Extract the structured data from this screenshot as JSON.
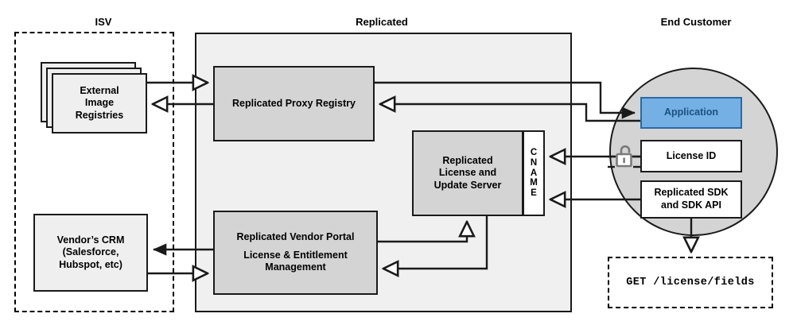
{
  "lanes": [
    {
      "id": "isv",
      "title": "ISV"
    },
    {
      "id": "replicated",
      "title": "Replicated"
    },
    {
      "id": "end_customer",
      "title": "End Customer"
    }
  ],
  "nodes": {
    "external_image_registries": {
      "label_1": "External",
      "label_2": "Image",
      "label_3": "Registries"
    },
    "replicated_proxy_registry": {
      "label": "Replicated Proxy Registry"
    },
    "replicated_license_update_server": {
      "label_1": "Replicated",
      "label_2": "License and",
      "label_3": "Update Server"
    },
    "cname": {
      "letters": [
        "C",
        "N",
        "A",
        "M",
        "E"
      ],
      "label": "CNAME"
    },
    "replicated_vendor_portal": {
      "label_1": "Replicated Vendor Portal",
      "label_2": "License & Entitlement",
      "label_3": "Management"
    },
    "vendors_crm": {
      "label_1": "Vendor’s CRM",
      "label_2": "(Salesforce,",
      "label_3": "Hubspot, etc)"
    },
    "application": {
      "label": "Application"
    },
    "license_id": {
      "label": "License ID"
    },
    "replicated_sdk": {
      "label_1": "Replicated SDK",
      "label_2": "and SDK API"
    },
    "api_call": {
      "label": "GET /license/fields"
    }
  },
  "icons": {
    "padlock": {
      "name": "open-padlock-icon",
      "state": "unlocked",
      "color": "#7a7a7a"
    }
  },
  "colors": {
    "stroke": "#1a1a1a",
    "panel_fill": "#f0f0f0",
    "node_fill": "#d4d4d4",
    "node_light_fill": "#efefef",
    "white_fill": "#ffffff",
    "circle_fill": "#d4d4d4",
    "app_fill": "#74b0e4",
    "app_border": "#2a6aa8",
    "app_text": "#1b5180",
    "lock_gray": "#7a7a7a",
    "background": "#ffffff"
  },
  "connections": [
    {
      "from": "external_image_registries",
      "to": "replicated_proxy_registry",
      "arrow": "open"
    },
    {
      "from": "replicated_proxy_registry",
      "to": "external_image_registries",
      "arrow": "open"
    },
    {
      "from": "replicated_proxy_registry",
      "to": "application",
      "arrow": "filled"
    },
    {
      "from": "application",
      "to": "replicated_proxy_registry",
      "arrow": "open"
    },
    {
      "from": "license_id",
      "to": "cname",
      "arrow": "open"
    },
    {
      "from": "replicated_sdk",
      "to": "cname",
      "arrow": "open"
    },
    {
      "from": "replicated_vendor_portal",
      "to": "replicated_license_update_server",
      "arrow": "open"
    },
    {
      "from": "replicated_license_update_server",
      "to": "replicated_vendor_portal",
      "arrow": "open"
    },
    {
      "from": "replicated_vendor_portal",
      "to": "vendors_crm",
      "arrow": "filled"
    },
    {
      "from": "vendors_crm",
      "to": "replicated_vendor_portal",
      "arrow": "open"
    },
    {
      "from": "replicated_sdk",
      "to": "api_call",
      "arrow": "open"
    }
  ]
}
